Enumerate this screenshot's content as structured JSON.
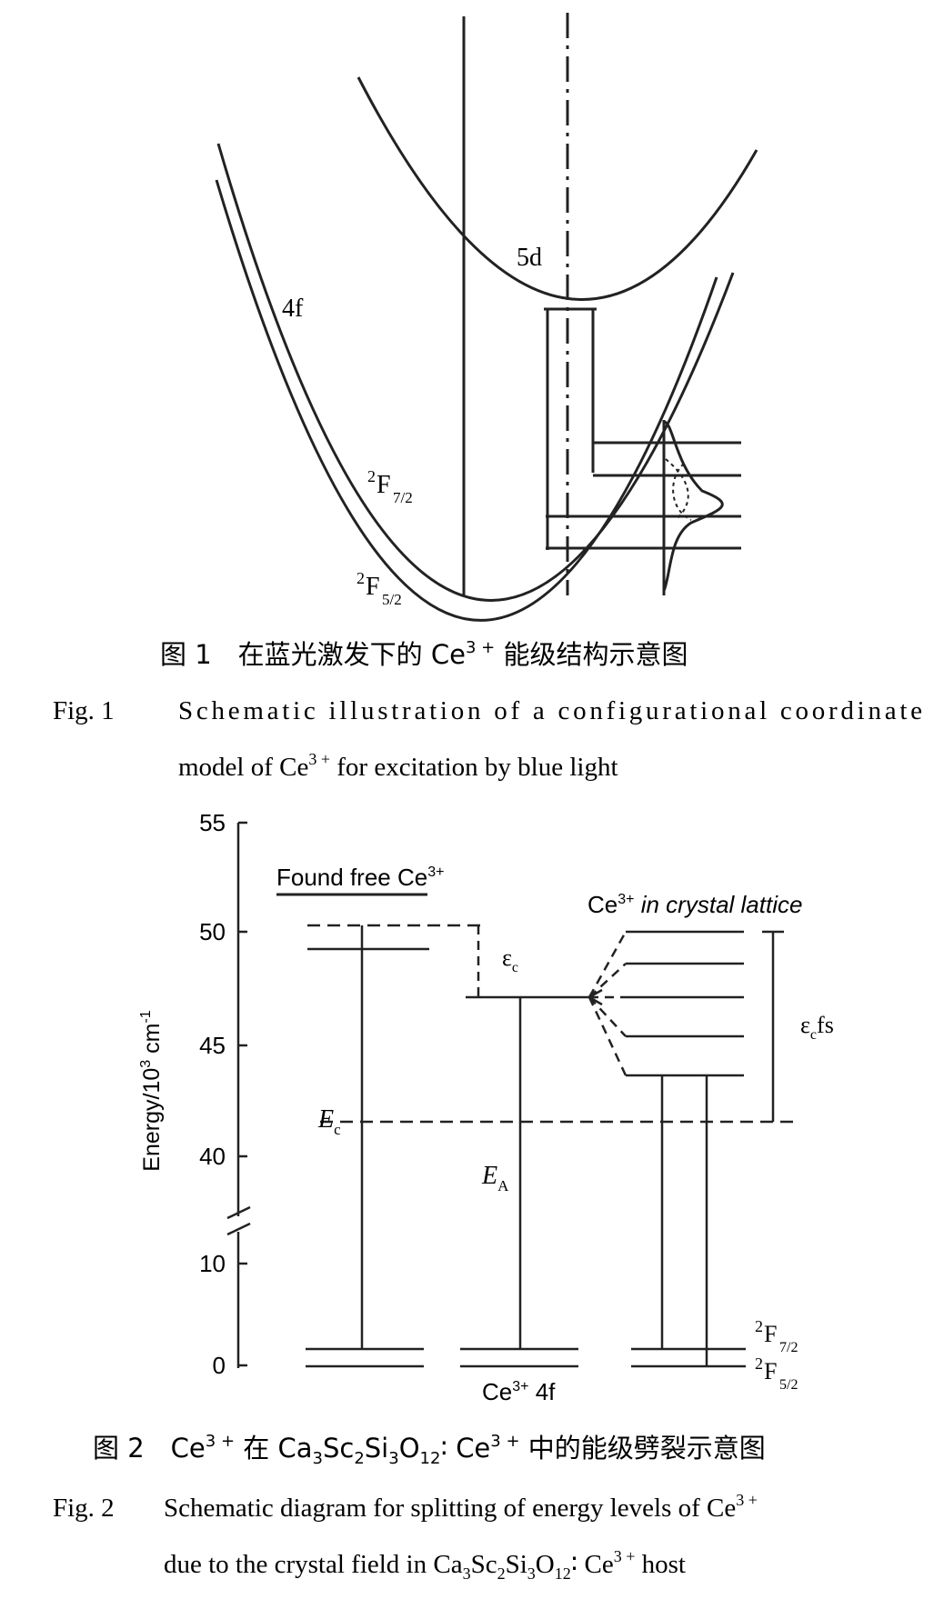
{
  "figure1": {
    "curve_labels": {
      "f_manifold": "4f",
      "d_state": "5d",
      "f72_base": "F",
      "f72_sup": "2",
      "f72_sub": "7/2",
      "f52_base": "F",
      "f52_sup": "2",
      "f52_sub": "5/2"
    },
    "caption_cn": {
      "prefix": "图 1　在蓝光激发下的 Ce",
      "sup": "3 +",
      "suffix": " 能级结构示意图"
    },
    "caption_en": {
      "number": "Fig. 1",
      "line1": "Schematic illustration of a configurational coordinate",
      "line2_prefix": "model of Ce",
      "line2_sup": "3 +",
      "line2_suffix": " for excitation by blue light"
    }
  },
  "figure2": {
    "y_axis": {
      "label_prefix": "Energy/10",
      "label_sup1": "3",
      "label_mid": " cm",
      "label_sup2": "-1",
      "ticks": [
        "55",
        "50",
        "45",
        "40",
        "10",
        "0"
      ]
    },
    "labels": {
      "free_ion": "Found free Ce",
      "free_ion_sup": "3+",
      "crystal_prefix": "Ce",
      "crystal_sup": "3+",
      "crystal_suffix": " in crystal lattice",
      "epsilon_c": "ε",
      "epsilon_c_sub": "c",
      "eps_fs_main": "ε",
      "eps_fs_sub": "c",
      "eps_fs_suffix": "fs",
      "e_c": "E",
      "e_c_sub": "c",
      "e_a": "E",
      "e_a_sub": "A",
      "f72_base": "F",
      "f72_sup": "2",
      "f72_sub": "7/2",
      "f52_base": "F",
      "f52_sup": "2",
      "f52_sub": "5/2",
      "ground": "Ce",
      "ground_sup": "3+",
      "ground_suffix": " 4f"
    },
    "caption_cn": {
      "p1": "图 2　Ce",
      "s1": "3 +",
      "p2": " 在 Ca",
      "s2": "3",
      "p3": "Sc",
      "s3": "2",
      "p4": "Si",
      "s4": "3",
      "p5": "O",
      "s5": "12",
      "p6": "∶ Ce",
      "s6": "3 +",
      "p7": " 中的能级劈裂示意图"
    },
    "caption_en": {
      "number": "Fig. 2",
      "line1_prefix": "Schematic diagram for splitting of energy levels of Ce",
      "line1_sup": "3 +",
      "line2_p1": "due to the crystal field in Ca",
      "line2_s1": "3",
      "line2_p2": "Sc",
      "line2_s2": "2",
      "line2_p3": "Si",
      "line2_s3": "3",
      "line2_p4": "O",
      "line2_s4": "12",
      "line2_p5": "∶ Ce",
      "line2_s5": "3 +",
      "line2_p6": " host"
    }
  }
}
